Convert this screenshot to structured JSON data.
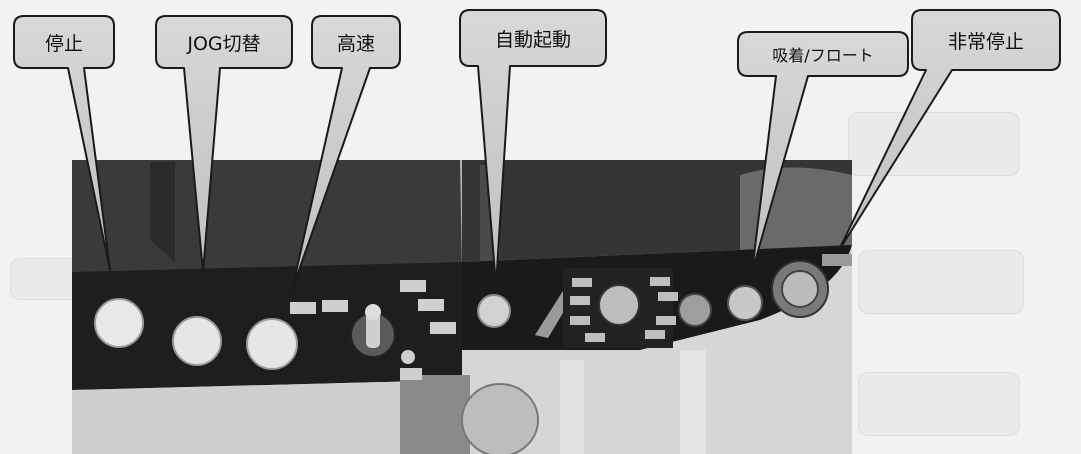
{
  "callouts": {
    "stop": "停止",
    "jog_switch": "JOG切替",
    "high_speed": "高速",
    "auto_start": "自動起動",
    "suction_float": "吸着/フロート",
    "emergency_stop": "非常停止"
  }
}
